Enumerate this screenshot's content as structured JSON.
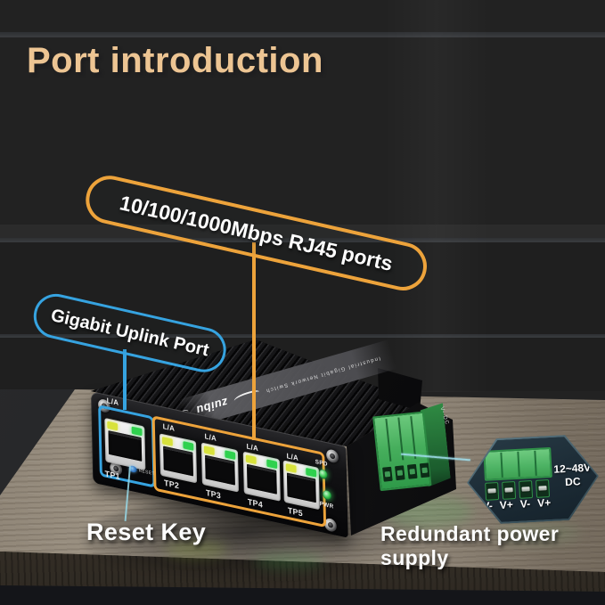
{
  "title": "Port introduction",
  "callouts": {
    "rj45_ports": "10/100/1000Mbps RJ45 ports",
    "uplink": "Gigabit Uplink Port"
  },
  "captions": {
    "reset_key": "Reset Key",
    "redundant_power": "Redundant power supply"
  },
  "device": {
    "brand": "zuibu",
    "top_label": "Industrial Gigabit Network Switch",
    "ports": [
      {
        "led_label": "L/A",
        "name": "TP1"
      },
      {
        "led_label": "L/A",
        "name": "TP2"
      },
      {
        "led_label": "L/A",
        "name": "TP3"
      },
      {
        "led_label": "L/A",
        "name": "TP4"
      },
      {
        "led_label": "L/A",
        "name": "TP5"
      }
    ],
    "reset_button_label": "RESET",
    "status_leds": [
      {
        "label": "SPD"
      },
      {
        "label": "PWR"
      }
    ],
    "power_port_label": "V- DC"
  },
  "power_inset": {
    "voltage_range": "12~48V",
    "supply_type": "DC",
    "terminal_labels": [
      "V-",
      "V+",
      "V-",
      "V+"
    ]
  },
  "colors": {
    "accent_orange": "#EDA33B",
    "accent_blue": "#36A3E0",
    "link_cyan": "#9EDCEA",
    "led_yellow": "#D8E23C",
    "led_green": "#2FD14E",
    "terminal_green": "#46AE5C",
    "title_tan": "#EDC593",
    "wall_gray": "#47494C",
    "wood_tan": "#8E8476"
  }
}
